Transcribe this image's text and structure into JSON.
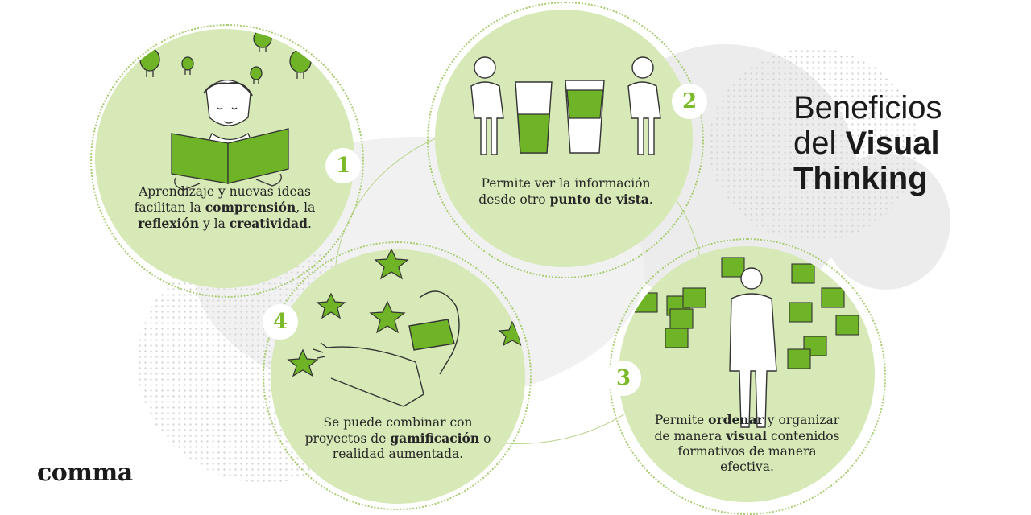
{
  "title": {
    "line1": "Beneficios",
    "line2_light": "del",
    "line2_bold": "Visual",
    "line3": "Thinking"
  },
  "logo": "comma",
  "colors": {
    "accent": "#7dba2a",
    "circle_fill": "#d6e9b6",
    "illustration_green": "#6fb426"
  },
  "steps": [
    {
      "number": "1",
      "text_a": "Aprendizaje y nuevas ideas facilitan la ",
      "bold_a": "comprensión",
      "text_b": ", la ",
      "bold_b": "reflexión",
      "text_c": " y la ",
      "bold_c": "creatividad",
      "text_d": "."
    },
    {
      "number": "2",
      "text_a": "Permite ver la información desde otro ",
      "bold_a": "punto de vista",
      "text_b": "."
    },
    {
      "number": "3",
      "text_a": "Permite ",
      "bold_a": "ordenar",
      "text_b": " y organizar de manera ",
      "bold_b": "visual",
      "text_c": " contenidos formativos de manera efectiva."
    },
    {
      "number": "4",
      "text_a": "Se puede combinar con proyectos de ",
      "bold_a": "gamificación",
      "text_b": " o realidad aumentada."
    }
  ]
}
